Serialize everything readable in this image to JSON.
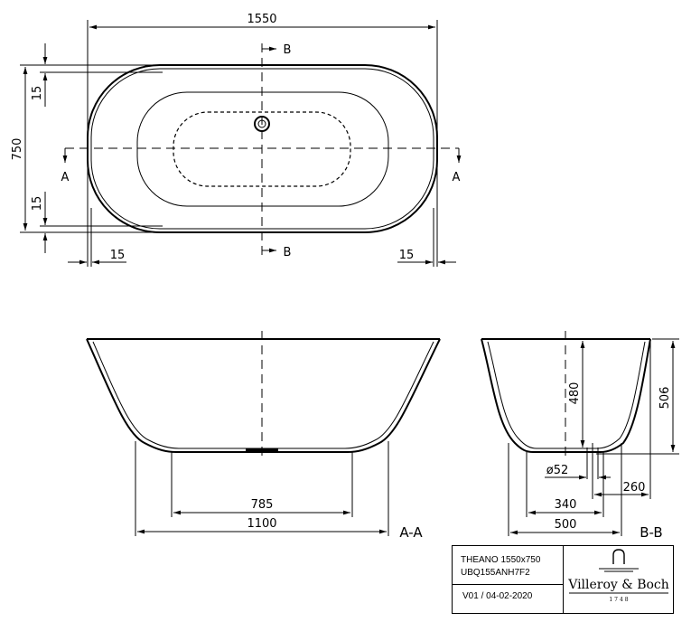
{
  "top_view": {
    "length": "1550",
    "width": "750",
    "rim_top": "15",
    "rim_bottom": "15",
    "rim_left": "15",
    "rim_right": "15",
    "section_b": "B",
    "section_a": "A"
  },
  "section_aa": {
    "label": "A-A",
    "feet_spacing": "785",
    "base_length": "1100"
  },
  "section_bb": {
    "label": "B-B",
    "inner_depth": "480",
    "height": "506",
    "drain_diameter": "ø52",
    "drain_offset": "260",
    "feet_spacing": "340",
    "base_width": "500"
  },
  "title_block": {
    "product": "THEANO 1550x750",
    "code": "UBQ155ANH7F2",
    "version": "V01 / 04-02-2020",
    "brand": "Villeroy & Boch",
    "brand_year": "1748"
  }
}
